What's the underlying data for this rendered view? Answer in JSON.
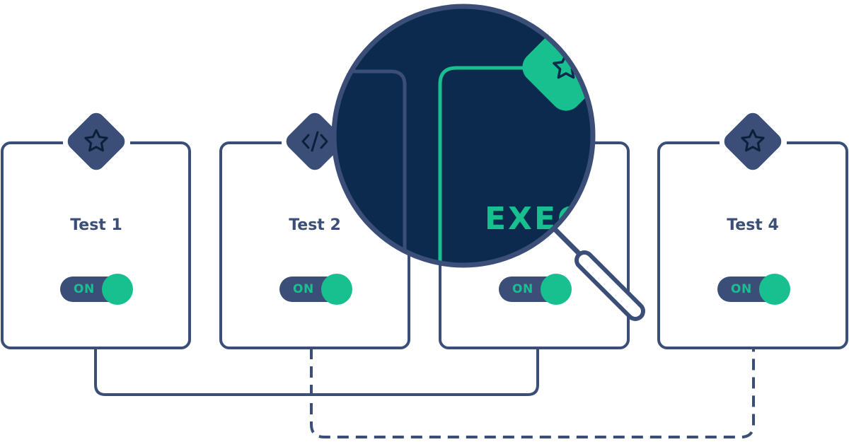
{
  "colors": {
    "outline": "#3b4e78",
    "accent": "#19c08f",
    "lens_bg": "#0b2a4e",
    "background": "#ffffff"
  },
  "cards": [
    {
      "title": "Test 1",
      "icon": "star-icon",
      "toggle": {
        "label": "ON",
        "state": "on"
      }
    },
    {
      "title": "Test 2",
      "icon": "code-icon",
      "toggle": {
        "label": "ON",
        "state": "on"
      }
    },
    {
      "title": "",
      "icon": "star-icon",
      "toggle": {
        "label": "ON",
        "state": "on"
      }
    },
    {
      "title": "Test 4",
      "icon": "star-icon",
      "toggle": {
        "label": "ON",
        "state": "on"
      }
    }
  ],
  "connectors": [
    {
      "from": "Test 1",
      "to": "card-3",
      "style": "solid"
    },
    {
      "from": "Test 2",
      "to": "Test 4",
      "style": "dashed"
    }
  ],
  "magnifier": {
    "text": "EXEC",
    "icon": "star-icon"
  }
}
